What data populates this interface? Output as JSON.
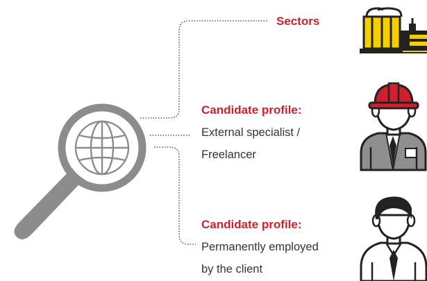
{
  "sectors": {
    "label": "Sectors"
  },
  "profile_freelancer": {
    "title": "Candidate profile:",
    "line1": "External specialist /",
    "line2": "Freelancer"
  },
  "profile_permanent": {
    "title": "Candidate profile:",
    "line1": "Permanently employed",
    "line2": "by the client"
  },
  "colors": {
    "accent_red": "#d0202e",
    "sector_yellow": "#f7cf00",
    "magnifier_grey": "#8c8c8c",
    "text_grey": "#333333"
  },
  "icons": [
    "magnifying-glass-globe-icon",
    "industrial-plant-icon",
    "worker-hardhat-icon",
    "office-employee-icon"
  ]
}
